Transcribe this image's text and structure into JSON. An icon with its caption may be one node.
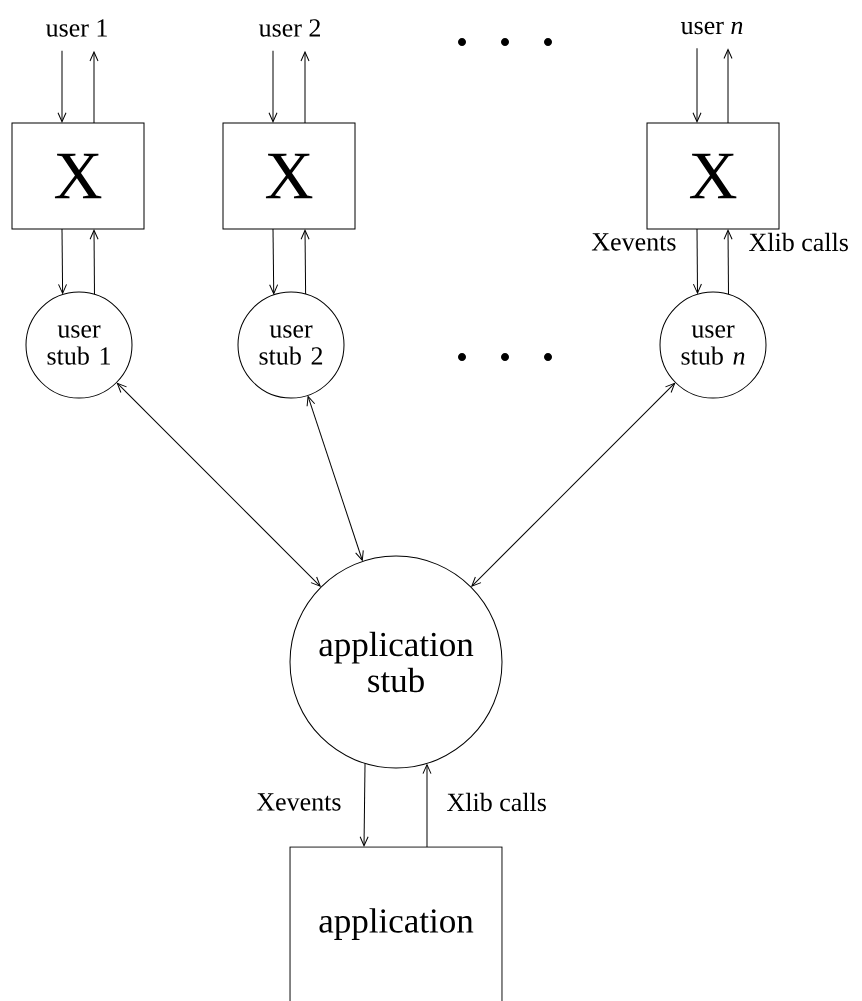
{
  "diagram": {
    "nodes": [
      {
        "text": [
          "user 1"
        ]
      },
      {
        "text": [
          "user 2"
        ]
      },
      {
        "text": [
          "user *n*"
        ]
      },
      {
        "text": [
          "X"
        ]
      },
      {
        "text": [
          "X"
        ]
      },
      {
        "text": [
          "X"
        ]
      },
      {
        "text": [
          "user stub 1"
        ]
      },
      {
        "text": [
          "user stub 2"
        ]
      },
      {
        "text": [
          "user stub *n*"
        ]
      },
      {
        "text": [
          "application stub"
        ]
      },
      {
        "text": [
          "application"
        ]
      }
    ],
    "edges": [
      {
        "from": 0,
        "to": 3,
        "arrow": "to"
      },
      {
        "from": 3,
        "to": 0,
        "arrow": "to"
      },
      {
        "from": 1,
        "to": 4,
        "arrow": "to"
      },
      {
        "from": 4,
        "to": 1,
        "arrow": "to"
      },
      {
        "from": 2,
        "to": 5,
        "arrow": "to"
      },
      {
        "from": 5,
        "to": 2,
        "arrow": "to"
      },
      {
        "from": 3,
        "to": 6,
        "arrow": "to"
      },
      {
        "from": 6,
        "to": 3,
        "arrow": "to"
      },
      {
        "from": 4,
        "to": 7,
        "arrow": "to"
      },
      {
        "from": 7,
        "to": 4,
        "arrow": "to"
      },
      {
        "from": 5,
        "to": 8,
        "arrow": "to",
        "label": "Xevents"
      },
      {
        "from": 8,
        "to": 5,
        "arrow": "to",
        "label": "Xlib calls"
      },
      {
        "from": 6,
        "to": 9,
        "arrow": "both"
      },
      {
        "from": 7,
        "to": 9,
        "arrow": "both"
      },
      {
        "from": 8,
        "to": 9,
        "arrow": "both"
      },
      {
        "from": 9,
        "to": 10,
        "arrow": "to",
        "label": "Xevents"
      },
      {
        "from": 10,
        "to": 9,
        "arrow": "to",
        "label": "Xlib calls"
      }
    ]
  }
}
